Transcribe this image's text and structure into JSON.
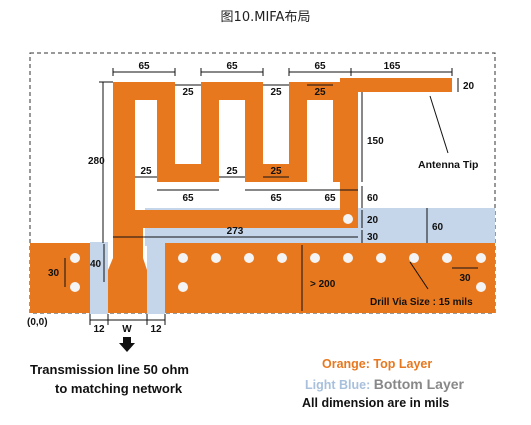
{
  "caption": "图10.MIFA布局",
  "colors": {
    "top_layer": "#e8781e",
    "bottom_layer": "#c5d6ea",
    "via": "#f4f4f4",
    "orange_label": "#e8781e",
    "blue_label": "#a8c0dc"
  },
  "dimensions": {
    "top_seg_1": "65",
    "top_seg_2": "65",
    "top_seg_3": "65",
    "top_seg_4": "165",
    "gap_top_1": "25",
    "gap_top_2": "25",
    "gap_top_3": "25",
    "gap_bot_1": "25",
    "gap_bot_2": "25",
    "gap_bot_3": "25",
    "bot_seg_1": "65",
    "bot_seg_2": "65",
    "bot_seg_3": "65",
    "trace_width_top": "20",
    "height_left": "280",
    "meander_height": "150",
    "feed_gap": "60",
    "feed_arm_width": "20",
    "arm_to_ground": "30",
    "arm_length": "273",
    "bottom_region": "60",
    "ground_height": "> 200",
    "via_spacing_v": "30",
    "via_spacing_h": "30",
    "feed_height": "40",
    "gap_left": "12",
    "feed_width": "W",
    "gap_right": "12"
  },
  "labels": {
    "antenna_tip": "Antenna Tip",
    "drill_via": "Drill Via Size : 15 mils",
    "origin": "(0,0)",
    "transmission_line_1": "Transmission line 50 ohm",
    "transmission_line_2": "to matching network"
  },
  "legend": {
    "orange_prefix": "Orange: ",
    "orange_value": "Top Layer",
    "blue_prefix": "Light Blue: ",
    "blue_value": "Bottom Layer",
    "note": "All dimension are in mils"
  }
}
